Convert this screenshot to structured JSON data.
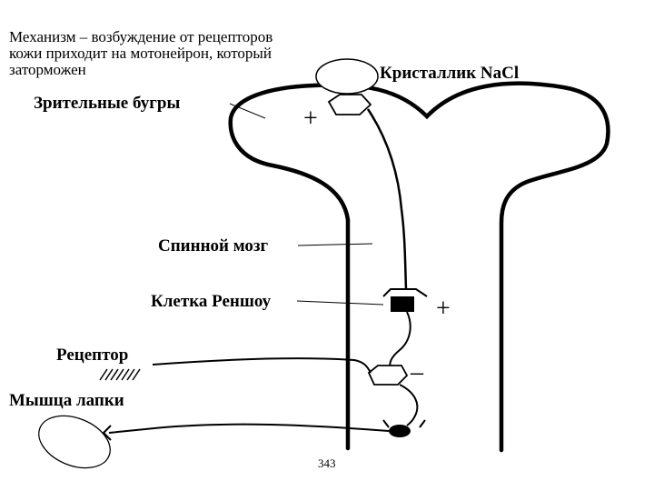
{
  "caption": "Механизм – возбуждение от рецепторов\nкожи приходит на мотонейрон, который\nзаторможен",
  "labels": {
    "crystal": "Кристаллик NaCl",
    "thalamus": "Зрительные бугры",
    "spinal_cord": "Спинной мозг",
    "renshaw_cell": "Клетка Реншоу",
    "receptor": "Рецептор",
    "muscle": "Мышца лапки"
  },
  "signs": {
    "thalamus_synapse": "+",
    "renshaw_synapse": "+",
    "inhibitory_synapse": "–"
  },
  "page_number": "343"
}
